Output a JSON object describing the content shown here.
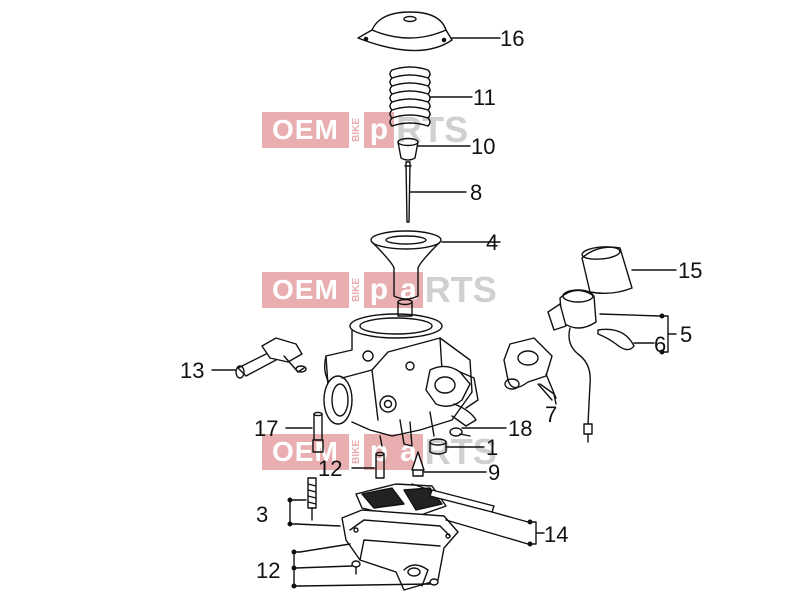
{
  "watermark": {
    "oem": "OEM",
    "bike": "BIKE",
    "p": "p",
    "a": "a",
    "rts": "RTS"
  },
  "callouts": {
    "n1": "1",
    "n3": "3",
    "n4": "4",
    "n5": "5",
    "n6": "6",
    "n7": "7",
    "n8": "8",
    "n9": "9",
    "n10": "10",
    "n11": "11",
    "n12a": "12",
    "n12b": "12",
    "n13": "13",
    "n14": "14",
    "n15": "15",
    "n16": "16",
    "n17": "17",
    "n18": "18"
  }
}
